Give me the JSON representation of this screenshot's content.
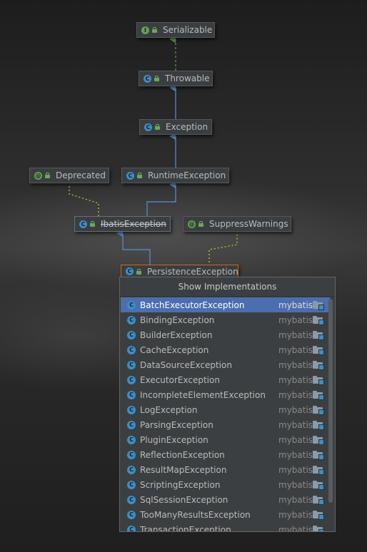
{
  "diagram": {
    "nodes": [
      {
        "id": "serializable",
        "label": "Serializable",
        "kind": "iface",
        "kind_glyph": "I"
      },
      {
        "id": "throwable",
        "label": "Throwable",
        "kind": "class",
        "kind_glyph": "C"
      },
      {
        "id": "exception",
        "label": "Exception",
        "kind": "class",
        "kind_glyph": "C"
      },
      {
        "id": "deprecated",
        "label": "Deprecated",
        "kind": "anno",
        "kind_glyph": "@"
      },
      {
        "id": "runtime",
        "label": "RuntimeException",
        "kind": "class",
        "kind_glyph": "C"
      },
      {
        "id": "ibatis",
        "label": "IbatisException",
        "kind": "class",
        "kind_glyph": "C"
      },
      {
        "id": "suppress",
        "label": "SuppressWarnings",
        "kind": "anno",
        "kind_glyph": "@"
      },
      {
        "id": "persistence",
        "label": "PersistenceException",
        "kind": "class",
        "kind_glyph": "C"
      }
    ]
  },
  "popup": {
    "title": "Show Implementations",
    "selected_index": 0,
    "items": [
      {
        "name": "BatchExecutorException",
        "module": "mybatis"
      },
      {
        "name": "BindingException",
        "module": "mybatis"
      },
      {
        "name": "BuilderException",
        "module": "mybatis"
      },
      {
        "name": "CacheException",
        "module": "mybatis"
      },
      {
        "name": "DataSourceException",
        "module": "mybatis"
      },
      {
        "name": "ExecutorException",
        "module": "mybatis"
      },
      {
        "name": "IncompleteElementException",
        "module": "mybatis"
      },
      {
        "name": "LogException",
        "module": "mybatis"
      },
      {
        "name": "ParsingException",
        "module": "mybatis"
      },
      {
        "name": "PluginException",
        "module": "mybatis"
      },
      {
        "name": "ReflectionException",
        "module": "mybatis"
      },
      {
        "name": "ResultMapException",
        "module": "mybatis"
      },
      {
        "name": "ScriptingException",
        "module": "mybatis"
      },
      {
        "name": "SqlSessionException",
        "module": "mybatis"
      },
      {
        "name": "TooManyResultsException",
        "module": "mybatis"
      },
      {
        "name": "TransactionException",
        "module": "mybatis"
      }
    ]
  },
  "colors": {
    "inheritance_edge": "#5b8fd4",
    "implements_edge": "#5f9e4a",
    "annotation_edge": "#b3b32a",
    "selection": "#4b6eaf"
  }
}
